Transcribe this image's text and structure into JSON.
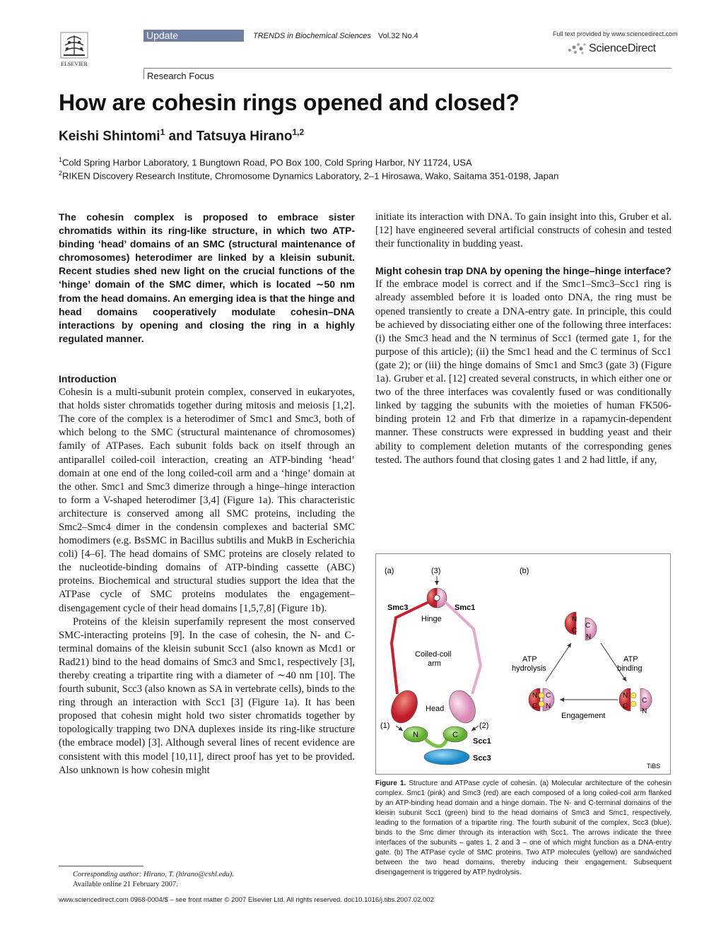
{
  "header": {
    "publisher": "ELSEVIER",
    "badge": "Update",
    "journal": "TRENDS in Biochemical Sciences",
    "volume": "Vol.32 No.4",
    "fulltext": "Full text provided by www.sciencedirect.com",
    "sd_logo_text": "ScienceDirect",
    "section": "Research Focus"
  },
  "title": "How are cohesin rings opened and closed?",
  "authors": {
    "author1": "Keishi Shintomi",
    "author1_sup": "1",
    "conj": "and",
    "author2": "Tatsuya Hirano",
    "author2_sup": "1,2"
  },
  "affiliations": [
    {
      "sup": "1",
      "text": "Cold Spring Harbor Laboratory, 1 Bungtown Road, PO Box 100, Cold Spring Harbor, NY 11724, USA"
    },
    {
      "sup": "2",
      "text": "RIKEN Discovery Research Institute, Chromosome Dynamics Laboratory, 2–1 Hirosawa, Wako, Saitama 351-0198, Japan"
    }
  ],
  "abstract": "The cohesin complex is proposed to embrace sister chromatids within its ring-like structure, in which two ATP-binding ‘head’ domains of an SMC (structural maintenance of chromosomes) heterodimer are linked by a kleisin subunit. Recent studies shed new light on the crucial functions of the ‘hinge’ domain of the SMC dimer, which is located ∼50 nm from the head domains. An emerging idea is that the hinge and head domains cooperatively modulate cohesin–DNA interactions by opening and closing the ring in a highly regulated manner.",
  "intro": {
    "heading": "Introduction",
    "p1": "Cohesin is a multi-subunit protein complex, conserved in eukaryotes, that holds sister chromatids together during mitosis and meiosis [1,2]. The core of the complex is a heterodimer of Smc1 and Smc3, both of which belong to the SMC (structural maintenance of chromosomes) family of ATPases. Each subunit folds back on itself through an antiparallel coiled-coil interaction, creating an ATP-binding ‘head’ domain at one end of the long coiled-coil arm and a ‘hinge’ domain at the other. Smc1 and Smc3 dimerize through a hinge–hinge interaction to form a V-shaped heterodimer [3,4] (Figure 1a). This characteristic architecture is conserved among all SMC proteins, including the Smc2–Smc4 dimer in the condensin complexes and bacterial SMC homodimers (e.g. BsSMC in Bacillus subtilis and MukB in Escherichia coli) [4–6]. The head domains of SMC proteins are closely related to the nucleotide-binding domains of ATP-binding cassette (ABC) proteins. Biochemical and structural studies support the idea that the ATPase cycle of SMC proteins modulates the engagement–disengagement cycle of their head domains [1,5,7,8] (Figure 1b).",
    "p2": "Proteins of the kleisin superfamily represent the most conserved SMC-interacting proteins [9]. In the case of cohesin, the N- and C-terminal domains of the kleisin subunit Scc1 (also known as Mcd1 or Rad21) bind to the head domains of Smc3 and Smc1, respectively [3], thereby creating a tripartite ring with a diameter of ∼40 nm [10]. The fourth subunit, Scc3 (also known as SA in vertebrate cells), binds to the ring through an interaction with Scc1 [3] (Figure 1a). It has been proposed that cohesin might hold two sister chromatids together by topologically trapping two DNA duplexes inside its ring-like structure (the embrace model) [3]. Although several lines of recent evidence are consistent with this model [10,11], direct proof has yet to be provided. Also unknown is how cohesin might"
  },
  "footnote": {
    "line1": "Corresponding author: Hirano, T. (hirano@cshl.edu).",
    "line2": "Available online 21 February 2007."
  },
  "right": {
    "p1": "initiate its interaction with DNA. To gain insight into this, Gruber et al. [12] have engineered several artificial constructs of cohesin and tested their functionality in budding yeast.",
    "heading": "Might cohesin trap DNA by opening the hinge–hinge interface?",
    "p2": "If the embrace model is correct and if the Smc1–Smc3–Scc1 ring is already assembled before it is loaded onto DNA, the ring must be opened transiently to create a DNA-entry gate. In principle, this could be achieved by dissociating either one of the following three interfaces: (i) the Smc3 head and the N terminus of Scc1 (termed gate 1, for the purpose of this article); (ii) the Smc1 head and the C terminus of Scc1 (gate 2); or (iii) the hinge domains of Smc1 and Smc3 (gate 3) (Figure 1a). Gruber et al. [12] created several constructs, in which either one or two of the three interfaces was covalently fused or was conditionally linked by tagging the subunits with the moieties of human FK506-binding protein 12 and Frb that dimerize in a rapamycin-dependent manner. These constructs were expressed in budding yeast and their ability to complement deletion mutants of the corresponding genes tested. The authors found that closing gates 1 and 2 had little, if any,"
  },
  "figure": {
    "panel_a": "(a)",
    "panel_b": "(b)",
    "gate3": "(3)",
    "gate1": "(1)",
    "gate2": "(2)",
    "smc3": "Smc3",
    "smc1": "Smc1",
    "hinge": "Hinge",
    "coiled1": "Coiled-coil",
    "coiled2": "arm",
    "head": "Head",
    "n": "N",
    "c": "C",
    "scc1": "Scc1",
    "scc3": "Scc3",
    "atp_hydro1": "ATP",
    "atp_hydro2": "hydrolysis",
    "atp_bind1": "ATP",
    "atp_bind2": "binding",
    "engagement": "Engagement",
    "credit": "TiBS",
    "colors": {
      "smc3": "#cc1f2e",
      "smc1": "#e7a9c9",
      "scc1": "#7cc242",
      "scc3": "#2ea3dc",
      "atp": "#f7ea4f"
    }
  },
  "caption": {
    "label": "Figure 1.",
    "text": "Structure and ATPase cycle of cohesin. (a) Molecular architecture of the cohesin complex. Smc1 (pink) and Smc3 (red) are each composed of a long coiled-coil arm flanked by an ATP-binding head domain and a hinge domain. The N- and C-terminal domains of the kleisin subunit Scc1 (green) bind to the head domains of Smc3 and Smc1, respectively, leading to the formation of a tripartite ring. The fourth subunit of the complex, Scc3 (blue), binds to the Smc dimer through its interaction with Scc1. The arrows indicate the three interfaces of the subunits – gates 1, 2 and 3 – one of which might function as a DNA-entry gate. (b) The ATPase cycle of SMC proteins. Two ATP molecules (yellow) are sandwiched between the two head domains, thereby inducing their engagement. Subsequent disengagement is triggered by ATP hydrolysis."
  },
  "footer": {
    "text": "www.sciencedirect.com   0968-0004/$ – see front matter © 2007 Elsevier Ltd. All rights reserved. doi:10.1016/j.tibs.2007.02.002"
  }
}
